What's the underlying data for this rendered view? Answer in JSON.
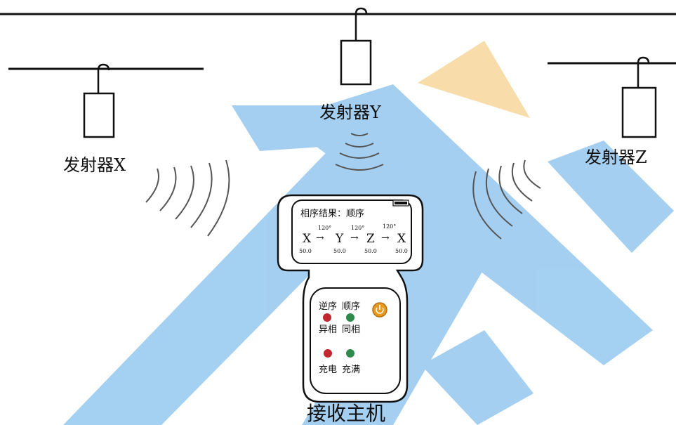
{
  "transmitters": [
    {
      "id": "x",
      "label": "发射器X"
    },
    {
      "id": "y",
      "label": "发射器Y"
    },
    {
      "id": "z",
      "label": "发射器Z"
    }
  ],
  "receiver": {
    "title": "接收主机",
    "screen": {
      "result_label": "相序结果：顺序",
      "phases": [
        "X",
        "Y",
        "Z",
        "X"
      ],
      "angles": [
        "120°",
        "120°",
        "120°"
      ],
      "freqs": [
        "50.0",
        "50.0",
        "50.0",
        "50.0"
      ],
      "arrow": "→"
    },
    "indicators": {
      "top_left": "逆序",
      "top_right": "顺序",
      "mid_left": "异相",
      "mid_right": "同相",
      "bottom_left": "充电",
      "bottom_right": "充满"
    },
    "colors": {
      "red": "#c0282d",
      "green": "#2e8a4a",
      "power": "#e89a1f"
    }
  },
  "colors": {
    "watermark_blue": "#5aa9e6",
    "watermark_yellow": "#f3c267",
    "line": "#111111"
  }
}
